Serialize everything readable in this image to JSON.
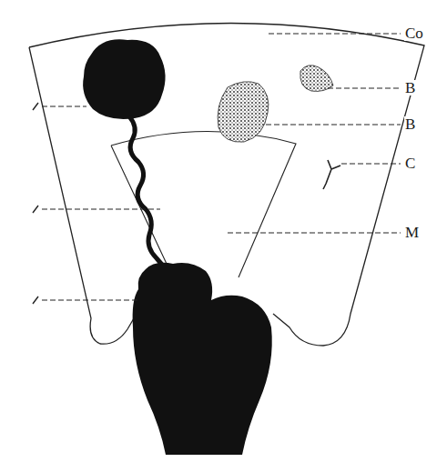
{
  "diagram": {
    "labels": [
      "Co",
      "B",
      "B",
      "C",
      "M"
    ]
  }
}
